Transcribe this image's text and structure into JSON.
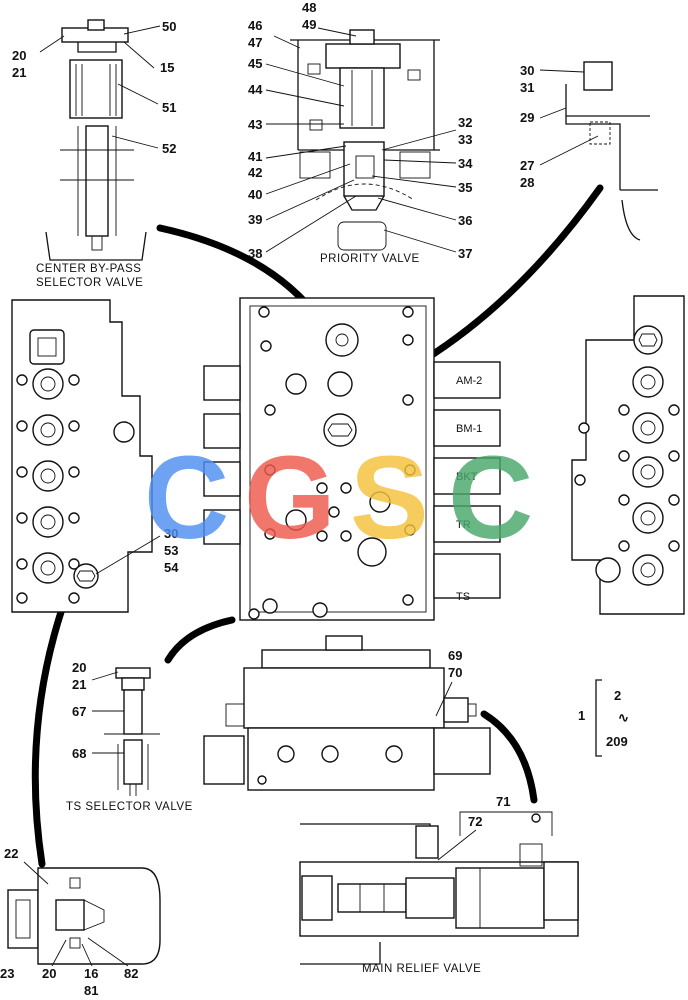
{
  "sections": {
    "center_bypass": [
      "CENTER BY-PASS",
      "SELECTOR VALVE"
    ],
    "priority": "PRIORITY VALVE",
    "ts_selector": "TS SELECTOR VALVE",
    "main_relief": "MAIN RELIEF VALVE"
  },
  "spool_labels": [
    "AM-2",
    "BM-1",
    "BKT",
    "TR",
    "TS"
  ],
  "parts": {
    "top_left": [
      "20",
      "21",
      "50",
      "15",
      "51",
      "52"
    ],
    "priority": [
      "48",
      "49",
      "46",
      "47",
      "45",
      "44",
      "43",
      "41",
      "42",
      "40",
      "39",
      "38",
      "32",
      "33",
      "34",
      "35",
      "36",
      "37"
    ],
    "top_right": [
      "30",
      "31",
      "29",
      "27",
      "28"
    ],
    "left_body": [
      "30",
      "53",
      "54"
    ],
    "ts_selector": [
      "20",
      "21",
      "67",
      "68"
    ],
    "bottom_mid": [
      "69",
      "70"
    ],
    "bottom_left": [
      "22",
      "23",
      "20",
      "16",
      "81",
      "82"
    ],
    "main_relief": [
      "71",
      "72"
    ]
  },
  "assembly_range": {
    "ref": "1",
    "from": "2",
    "to": "209",
    "sep": "∿"
  },
  "watermark": [
    "C",
    "G",
    "S",
    "C"
  ],
  "colors": {
    "wm_blue": "#4f8ef0",
    "wm_red": "#ef5a4e",
    "wm_yellow": "#f6c23b",
    "wm_green": "#49a86a"
  }
}
